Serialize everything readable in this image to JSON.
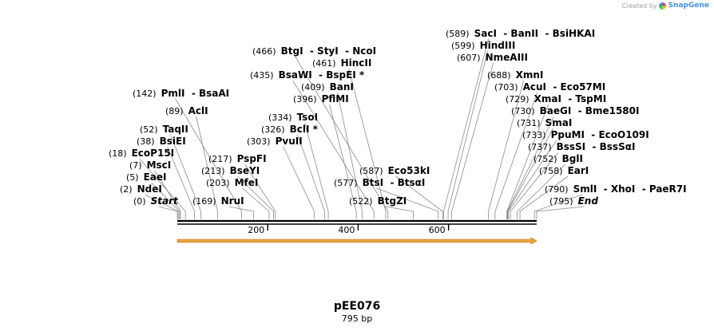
{
  "brand": {
    "prefix": "Created by",
    "name": "SnapGene"
  },
  "map": {
    "length": 795,
    "ticks": [
      200,
      400,
      600
    ],
    "feature_colors": {
      "main": "#e8a33c",
      "edge": "#b8741a"
    }
  },
  "plasmid": {
    "name": "pEE076",
    "size": "795 bp"
  },
  "sites": [
    {
      "pos": 0,
      "label": "(0)",
      "name": "Start",
      "italic": true
    },
    {
      "pos": 2,
      "label": "(2)",
      "name": "NdeI"
    },
    {
      "pos": 5,
      "label": "(5)",
      "name": "EaeI"
    },
    {
      "pos": 7,
      "label": "(7)",
      "name": "MscI"
    },
    {
      "pos": 18,
      "label": "(18)",
      "name": "EcoP15I"
    },
    {
      "pos": 38,
      "label": "(38)",
      "name": "BsiEI"
    },
    {
      "pos": 52,
      "label": "(52)",
      "name": "TaqII"
    },
    {
      "pos": 89,
      "label": "(89)",
      "name": "AclI"
    },
    {
      "pos": 142,
      "label": "(142)",
      "name": "PmlI  - BsaAI"
    },
    {
      "pos": 169,
      "label": "(169)",
      "name": "NruI"
    },
    {
      "pos": 203,
      "label": "(203)",
      "name": "MfeI"
    },
    {
      "pos": 213,
      "label": "(213)",
      "name": "BseYI"
    },
    {
      "pos": 217,
      "label": "(217)",
      "name": "PspFI"
    },
    {
      "pos": 303,
      "label": "(303)",
      "name": "PvuII"
    },
    {
      "pos": 326,
      "label": "(326)",
      "name": "BclI *"
    },
    {
      "pos": 334,
      "label": "(334)",
      "name": "TsoI"
    },
    {
      "pos": 396,
      "label": "(396)",
      "name": "PflMI"
    },
    {
      "pos": 409,
      "label": "(409)",
      "name": "BanI"
    },
    {
      "pos": 435,
      "label": "(435)",
      "name": "BsaWI  - BspEI *"
    },
    {
      "pos": 461,
      "label": "(461)",
      "name": "HincII"
    },
    {
      "pos": 466,
      "label": "(466)",
      "name": "BtgI  - StyI  - NcoI"
    },
    {
      "pos": 522,
      "label": "(522)",
      "name": "BtgZI"
    },
    {
      "pos": 577,
      "label": "(577)",
      "name": "BtsI  - BtsαI"
    },
    {
      "pos": 587,
      "label": "(587)",
      "name": "Eco53kI"
    },
    {
      "pos": 589,
      "label": "(589)",
      "name": "SacI  - BanII  - BsiHKAI"
    },
    {
      "pos": 599,
      "label": "(599)",
      "name": "HindIII"
    },
    {
      "pos": 607,
      "label": "(607)",
      "name": "NmeAIII"
    },
    {
      "pos": 688,
      "label": "(688)",
      "name": "XmnI"
    },
    {
      "pos": 703,
      "label": "(703)",
      "name": "AcuI  - Eco57MI"
    },
    {
      "pos": 729,
      "label": "(729)",
      "name": "XmaI  - TspMI"
    },
    {
      "pos": 730,
      "label": "(730)",
      "name": "BaeGI  - Bme1580I"
    },
    {
      "pos": 731,
      "label": "(731)",
      "name": "SmaI"
    },
    {
      "pos": 733,
      "label": "(733)",
      "name": "PpuMI  - EcoO109I"
    },
    {
      "pos": 737,
      "label": "(737)",
      "name": "BssSI  - BssSαI"
    },
    {
      "pos": 752,
      "label": "(752)",
      "name": "BglI"
    },
    {
      "pos": 758,
      "label": "(758)",
      "name": "EarI"
    },
    {
      "pos": 790,
      "label": "(790)",
      "name": "SmlI  - XhoI  - PaeR7I"
    },
    {
      "pos": 795,
      "label": "(795)",
      "name": "End",
      "italic": true
    }
  ]
}
